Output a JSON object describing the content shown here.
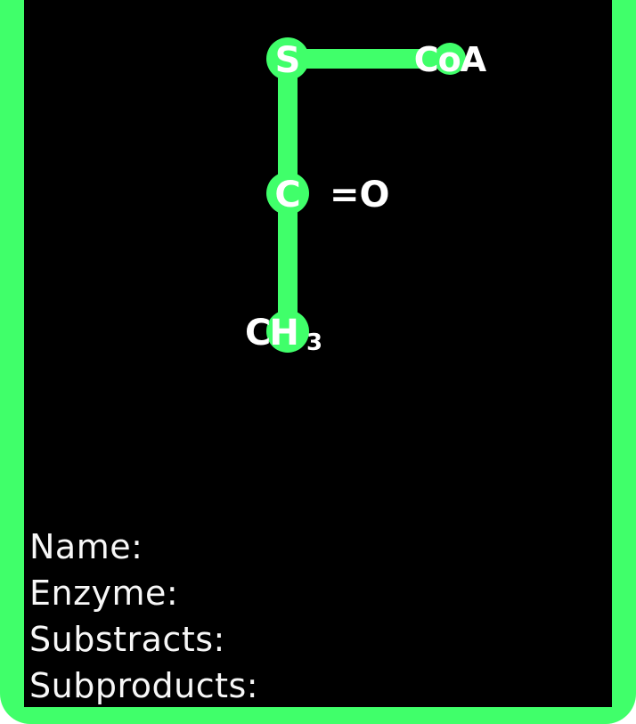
{
  "colors": {
    "accent": "#40ff6a",
    "background": "#000000",
    "text": "#ffffff"
  },
  "molecule": {
    "atoms": {
      "s": "S",
      "coa": "CoA",
      "c": "C",
      "oxygen": "=O",
      "methyl": "CH",
      "methyl_sub": "3"
    }
  },
  "info": {
    "name_label": "Name:",
    "enzyme_label": "Enzyme:",
    "substracts_label": "Substracts:",
    "subproducts_label": "Subproducts:"
  }
}
